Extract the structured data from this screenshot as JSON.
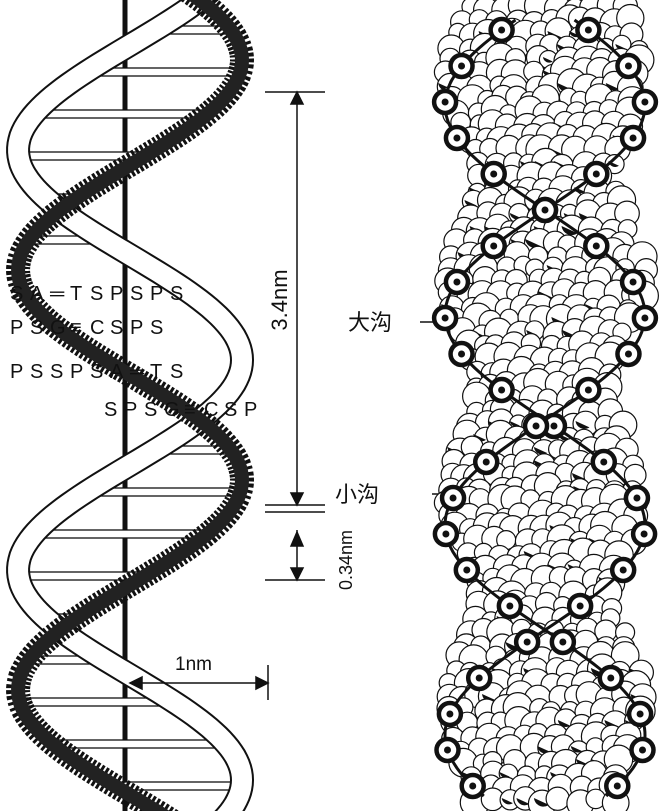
{
  "colors": {
    "ink": "#111111",
    "paper": "#ffffff"
  },
  "dimensions": {
    "pitch": "3.4nm",
    "rise": "0.34nm",
    "radius": "1nm"
  },
  "grooves": {
    "major": "大沟",
    "minor": "小沟"
  },
  "base_pair_rows": [
    [
      "S",
      "A",
      "═",
      "T",
      "S",
      "P",
      "S",
      "P",
      "S"
    ],
    [
      "P",
      "S",
      "G",
      "≡",
      "C",
      "S",
      "P",
      "S"
    ],
    [
      "P",
      "S",
      "S",
      "P",
      "S",
      "A",
      "═",
      "T",
      "S"
    ],
    [
      "S",
      "P",
      "S",
      "G",
      "≡",
      "C",
      "S",
      "P"
    ]
  ]
}
